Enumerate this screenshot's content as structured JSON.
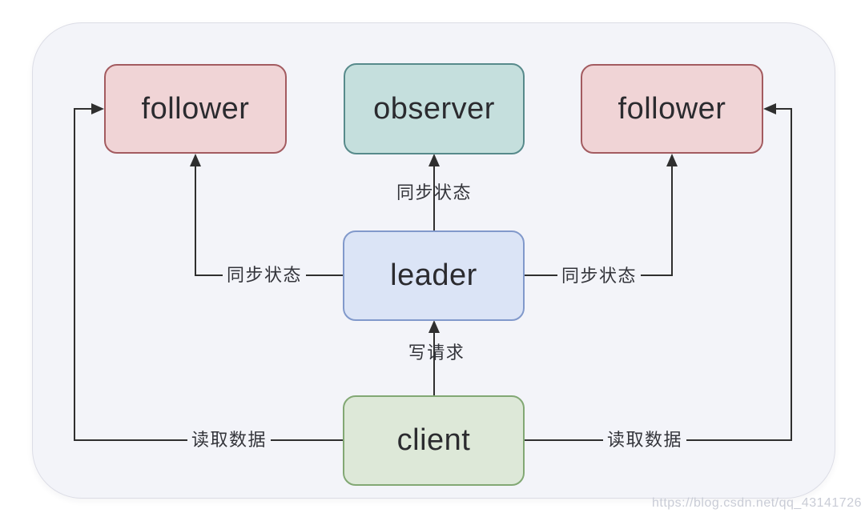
{
  "diagram": {
    "nodes": {
      "follower_left": {
        "label": "follower"
      },
      "observer": {
        "label": "observer"
      },
      "follower_right": {
        "label": "follower"
      },
      "leader": {
        "label": "leader"
      },
      "client": {
        "label": "client"
      }
    },
    "edge_labels": {
      "leader_to_observer": "同步状态",
      "leader_to_follower_left": "同步状态",
      "leader_to_follower_right": "同步状态",
      "client_to_leader": "写请求",
      "client_read_left": "读取数据",
      "client_read_right": "读取数据"
    },
    "colors": {
      "panel_bg": "#f3f4f9",
      "panel_border": "#dcdde6",
      "line": "#2f2f2f",
      "follower_fill": "#f0d4d6",
      "follower_border": "#a35b60",
      "observer_fill": "#c5dfdd",
      "observer_border": "#578a8b",
      "leader_fill": "#dbe4f6",
      "leader_border": "#8199cb",
      "client_fill": "#dde8d8",
      "client_border": "#82a874"
    },
    "watermark": "https://blog.csdn.net/qq_43141726"
  }
}
